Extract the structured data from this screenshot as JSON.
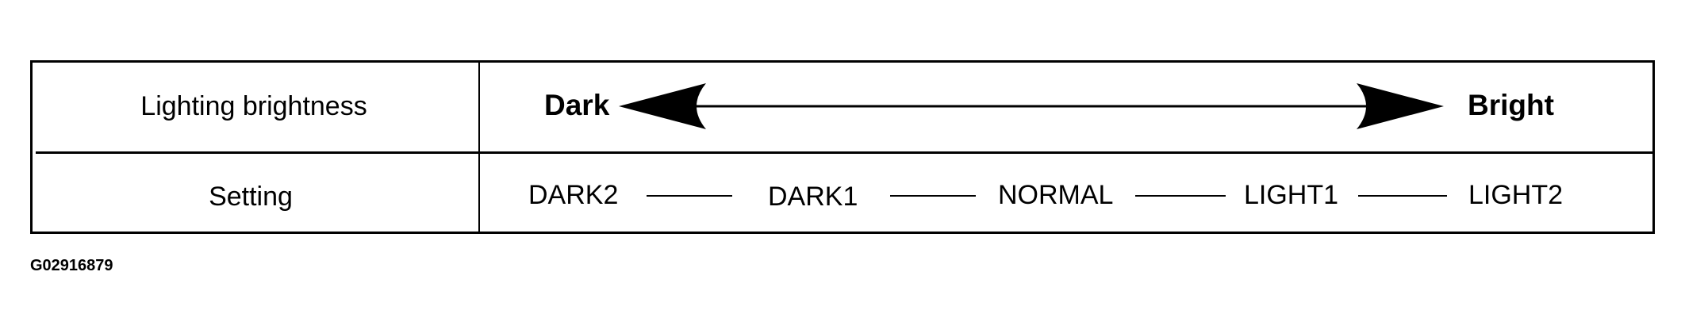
{
  "table": {
    "rows": [
      {
        "label": "Lighting brightness",
        "left_end": "Dark",
        "right_end": "Bright"
      },
      {
        "label": "Setting",
        "levels": [
          "DARK2",
          "DARK1",
          "NORMAL",
          "LIGHT1",
          "LIGHT2"
        ]
      }
    ]
  },
  "figure_code": "G02916879"
}
